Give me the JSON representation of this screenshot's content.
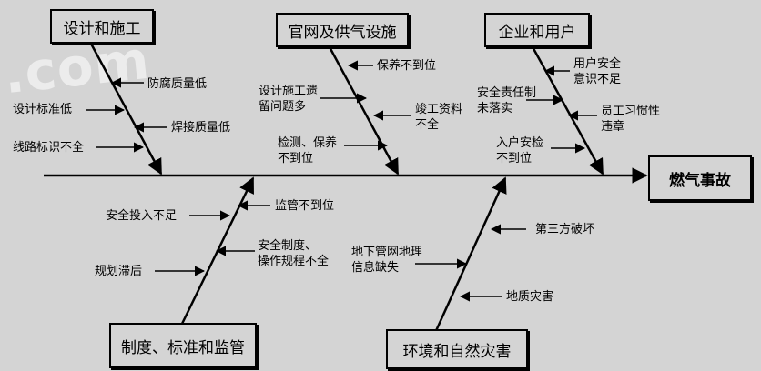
{
  "watermark": ".com",
  "effect": "燃气事故",
  "categories": {
    "design": "设计和施工",
    "network": "官网及供气设施",
    "enterprise": "企业和用户",
    "regulation": "制度、标准和监管",
    "environment": "环境和自然灾害"
  },
  "causes": {
    "design": [
      "防腐质量低",
      "设计标准低",
      "焊接质量低",
      "线路标识不全"
    ],
    "network": [
      "保养不到位",
      "设计施工遗\n留问题多",
      "竣工资料\n不全",
      "检测、保养\n不到位"
    ],
    "enterprise": [
      "用户安全\n意识不足",
      "安全责任制\n未落实",
      "员工习惯性\n违章",
      "入户安检\n不到位"
    ],
    "regulation": [
      "安全投入不足",
      "监管不到位",
      "安全制度、\n操作规程不全",
      "规划滞后"
    ],
    "environment": [
      "第三方破坏",
      "地下管网地理\n信息缺失",
      "地质灾害"
    ]
  }
}
